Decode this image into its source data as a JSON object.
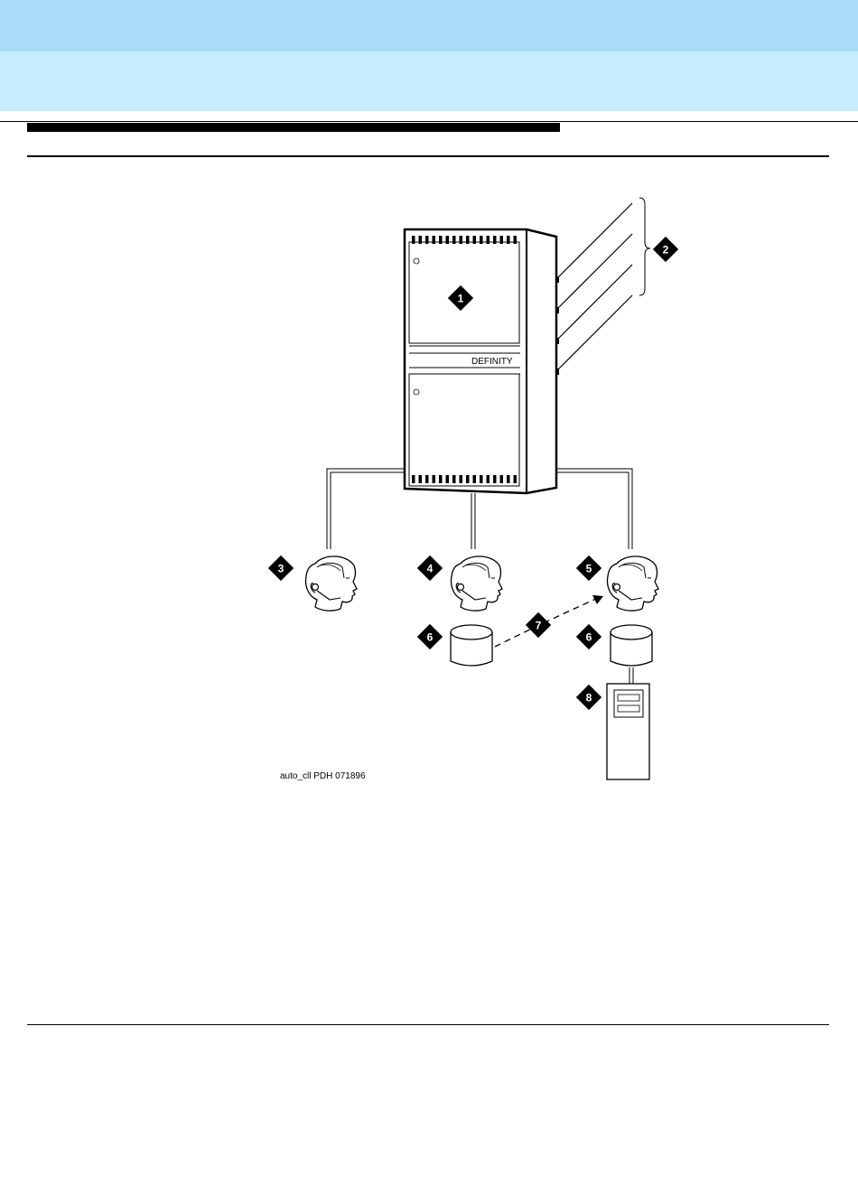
{
  "header": {
    "band_top_color": "#a9dcf6",
    "band_bottom_color": "#c6ecfd"
  },
  "figure": {
    "cabinet_label": "DEFINITY",
    "figure_id": "auto_cll PDH 071896",
    "callouts": [
      "1",
      "2",
      "3",
      "4",
      "5",
      "6",
      "6",
      "7",
      "8"
    ]
  }
}
